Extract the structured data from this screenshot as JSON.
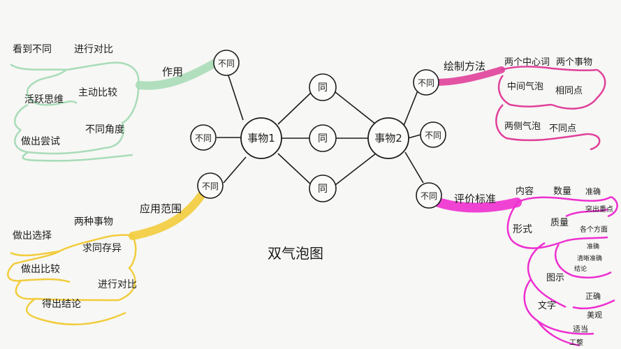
{
  "title": "双气泡图",
  "center": {
    "left": "事物1",
    "right": "事物2",
    "same": [
      "同",
      "同",
      "同"
    ]
  },
  "left_diffs": [
    "不同",
    "不同",
    "不同"
  ],
  "right_diffs": [
    "不同",
    "不同",
    "不同"
  ],
  "branches": {
    "purpose": {
      "label": "作用",
      "items": [
        "看到不同",
        "进行对比",
        "活跃思维",
        "主动比较",
        "做出尝试",
        "不同角度"
      ]
    },
    "application": {
      "label": "应用范围",
      "items": [
        "两种事物",
        "做出选择",
        "做出比较",
        "求同存异",
        "得出结论",
        "进行对比"
      ]
    },
    "drawing": {
      "label": "绘制方法",
      "items": [
        "两个中心词",
        "两个事物",
        "中间气泡",
        "相同点",
        "两侧气泡",
        "不同点"
      ]
    },
    "evaluation": {
      "label": "评价标准",
      "items": [
        "内容",
        "数量",
        "准确",
        "突出重点",
        "形式",
        "质量",
        "各个方面",
        "准确",
        "清晰准确",
        "结论",
        "图示",
        "正确",
        "美观",
        "文字",
        "适当",
        "工整"
      ]
    }
  },
  "colors": {
    "purpose": "#a8dcb8",
    "application": "#f2cc3c",
    "drawing": "#e0409a",
    "evaluation": "#ee2fd0"
  }
}
